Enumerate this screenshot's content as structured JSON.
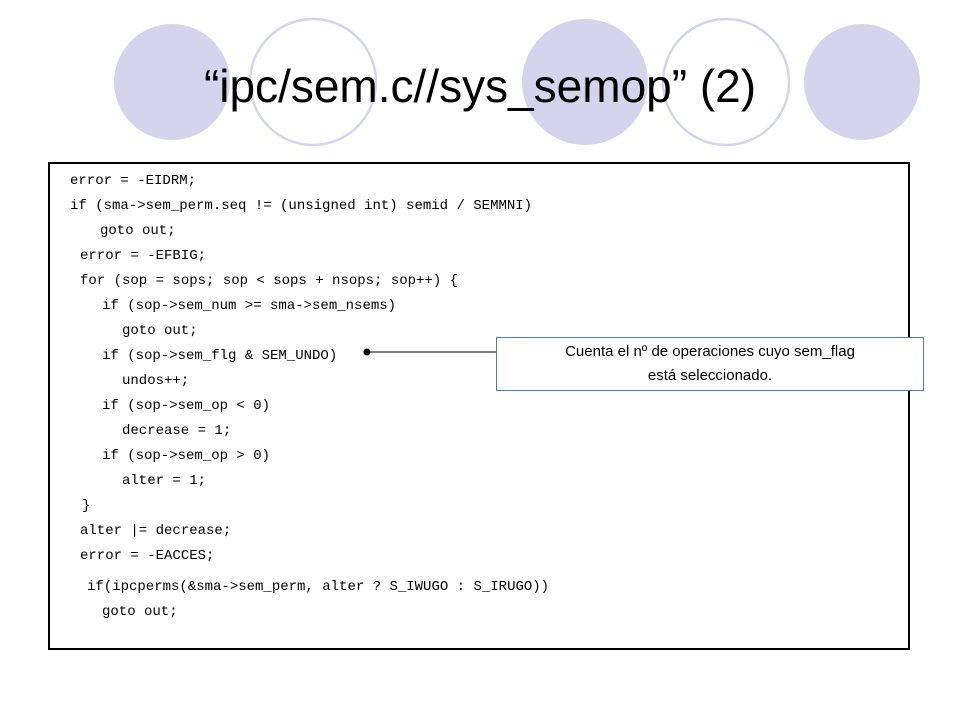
{
  "slide": {
    "title": "“ipc/sem.c//sys_semop” (2)",
    "accent_color": "#d4d5ec",
    "code_lines": [
      "error = -EIDRM;",
      "if (sma->sem_perm.seq != (unsigned int) semid / SEMMNI)",
      "goto out;",
      "error = -EFBIG;",
      "for (sop = sops; sop < sops + nsops; sop++) {",
      "if (sop->sem_num >= sma->sem_nsems)",
      "goto out;",
      "if (sop->sem_flg & SEM_UNDO)",
      "undos++;",
      "if (sop->sem_op < 0)",
      "decrease = 1;",
      "if (sop->sem_op > 0)",
      "alter = 1;",
      "}",
      "alter |= decrease;",
      "error = -EACCES;",
      "if(ipcperms(&sma->sem_perm, alter ? S_IWUGO : S_IRUGO))",
      "goto out;"
    ],
    "callout": {
      "line1": "Cuenta el nº de operaciones cuyo sem_flag",
      "line2": "está seleccionado."
    }
  }
}
